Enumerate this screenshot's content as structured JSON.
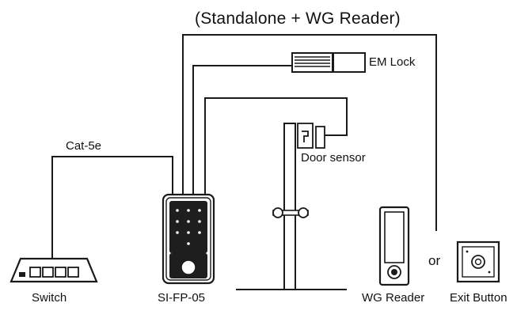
{
  "title": "(Standalone + WG Reader)",
  "labels": {
    "em_lock": "EM Lock",
    "door_sensor": "Door sensor",
    "cable": "Cat-5e",
    "switch": "Switch",
    "device": "SI-FP-05",
    "wg_reader": "WG Reader",
    "or": "or",
    "exit_button": "Exit Button"
  },
  "colors": {
    "line": "#1a1a1a",
    "background": "#ffffff",
    "device_body": "#2a2a2a"
  },
  "icons": [
    "network-switch-icon",
    "keypad-reader-icon",
    "em-lock-icon",
    "door-sensor-icon",
    "door-handle-icon",
    "wg-reader-icon",
    "exit-button-icon"
  ]
}
